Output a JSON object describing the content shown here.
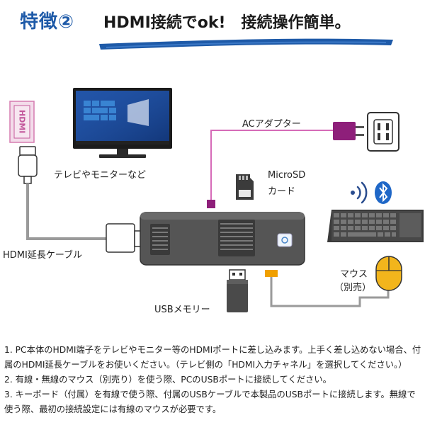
{
  "title": {
    "feature": "特徴②",
    "headline": "HDMI接続でok!　接続操作簡単。",
    "accent_color": "#1e5aa8"
  },
  "diagram": {
    "hdmi_port_label": "HDMI",
    "tv_label": "テレビやモニターなど",
    "extension_cable_label": "HDMI延長ケーブル",
    "ac_adapter_label": "ACアダプター",
    "microsd_label_line1": "MicroSD",
    "microsd_label_line2": "カード",
    "usb_memory_label": "USBメモリー",
    "mouse_label_line1": "マウス",
    "mouse_label_line2": "（別売）",
    "icons": [
      "monitor-icon",
      "hdmi-plug-icon",
      "power-outlet-icon",
      "microsd-card-icon",
      "usb-memory-icon",
      "mouse-icon",
      "keyboard-icon",
      "wireless-icon",
      "bluetooth-icon",
      "pc-stick-icon"
    ],
    "colors": {
      "cable": "#9a9a9a",
      "ac_plug": "#8e1f7a",
      "usb_port": "#f0a000",
      "mouse": "#f2b51c",
      "stick": "#555555"
    }
  },
  "instructions": [
    "1.  PC本体のHDMI端子をテレビやモニター等のHDMIポートに差し込みます。上手く差し込めない場合、付属のHDMI延長ケーブルをお使いください。（テレビ側の「HDMI入力チャネル」を選択してください。）",
    "2.  有線・無線のマウス（別売り）を使う際、PCのUSBポートに接続してください。",
    "3.  キーボード（付属）を有線で使う際、付属のUSBケーブルで本製品のUSBポートに接続します。無線で使う際、最初の接続設定には有線のマウスが必要です。"
  ]
}
